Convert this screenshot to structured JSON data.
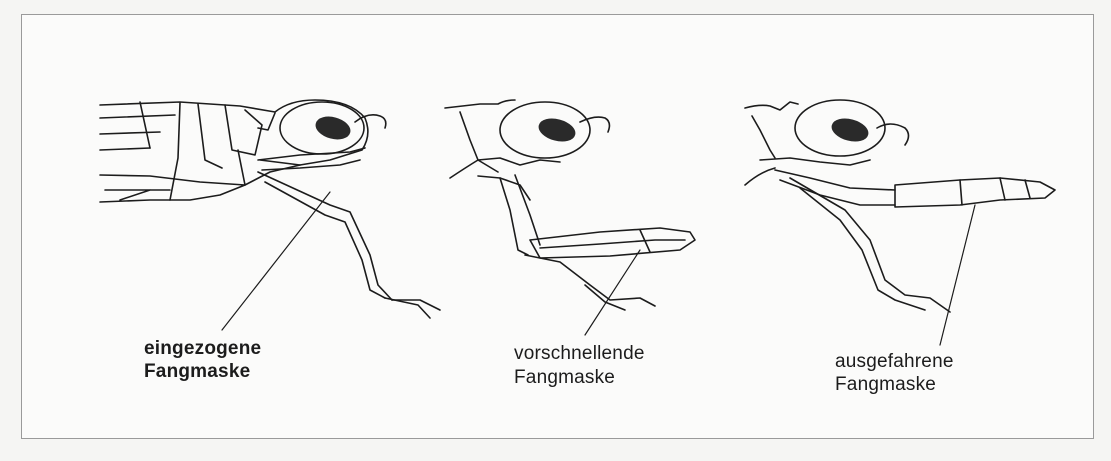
{
  "labels": {
    "retracted_line1": "eingezogene",
    "retracted_line2": "Fangmaske",
    "extending_line1": "vorschnellende",
    "extending_line2": "Fangmaske",
    "extended_line1": "ausgefahrene",
    "extended_line2": "Fangmaske"
  },
  "colors": {
    "ink": "#1c1c1c",
    "eye_fill": "#2a2a2a",
    "frame": "#9a9a9a",
    "paper": "#fbfbfa"
  }
}
